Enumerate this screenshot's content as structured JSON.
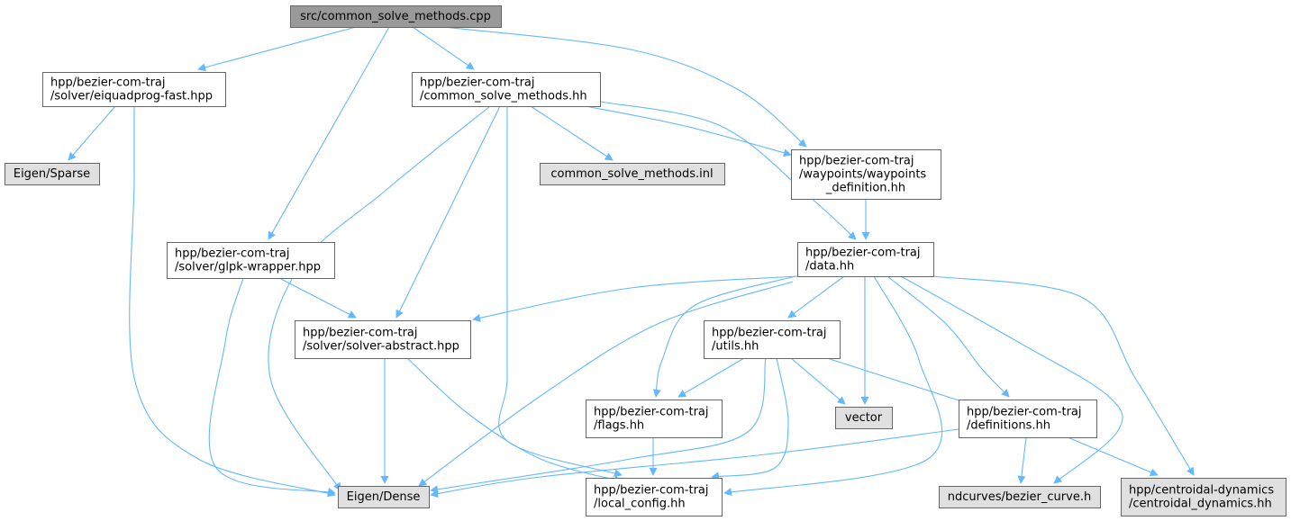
{
  "colors": {
    "edge": "#63b8ff",
    "root_fill": "#999999",
    "project_fill": "#ffffff",
    "external_fill": "#e0e0e0",
    "border": "#666666"
  },
  "nodes": [
    {
      "id": "root",
      "lines": [
        "src/common_solve_methods.cpp"
      ],
      "kind": "root"
    },
    {
      "id": "eiquadprog",
      "lines": [
        "hpp/bezier-com-traj",
        "/solver/eiquadprog-fast.hpp"
      ],
      "kind": "project"
    },
    {
      "id": "csm_hh",
      "lines": [
        "hpp/bezier-com-traj",
        "/common_solve_methods.hh"
      ],
      "kind": "project"
    },
    {
      "id": "eigen_sparse",
      "lines": [
        "Eigen/Sparse"
      ],
      "kind": "external"
    },
    {
      "id": "csm_inl",
      "lines": [
        "common_solve_methods.inl"
      ],
      "kind": "external"
    },
    {
      "id": "waypoints",
      "lines": [
        "hpp/bezier-com-traj",
        "/waypoints/waypoints",
        "_definition.hh"
      ],
      "kind": "project"
    },
    {
      "id": "glpk",
      "lines": [
        "hpp/bezier-com-traj",
        "/solver/glpk-wrapper.hpp"
      ],
      "kind": "project"
    },
    {
      "id": "data_hh",
      "lines": [
        "hpp/bezier-com-traj",
        "/data.hh"
      ],
      "kind": "project"
    },
    {
      "id": "solver_abstract",
      "lines": [
        "hpp/bezier-com-traj",
        "/solver/solver-abstract.hpp"
      ],
      "kind": "project"
    },
    {
      "id": "utils_hh",
      "lines": [
        "hpp/bezier-com-traj",
        "/utils.hh"
      ],
      "kind": "project"
    },
    {
      "id": "flags_hh",
      "lines": [
        "hpp/bezier-com-traj",
        "/flags.hh"
      ],
      "kind": "project"
    },
    {
      "id": "vector",
      "lines": [
        "vector"
      ],
      "kind": "external"
    },
    {
      "id": "definitions_hh",
      "lines": [
        "hpp/bezier-com-traj",
        "/definitions.hh"
      ],
      "kind": "project"
    },
    {
      "id": "eigen_dense",
      "lines": [
        "Eigen/Dense"
      ],
      "kind": "external"
    },
    {
      "id": "local_config",
      "lines": [
        "hpp/bezier-com-traj",
        "/local_config.hh"
      ],
      "kind": "project"
    },
    {
      "id": "bezier_curve",
      "lines": [
        "ndcurves/bezier_curve.h"
      ],
      "kind": "external"
    },
    {
      "id": "centroidal",
      "lines": [
        "hpp/centroidal-dynamics",
        "/centroidal_dynamics.hh"
      ],
      "kind": "external"
    }
  ],
  "edges": [
    [
      "root",
      "eiquadprog"
    ],
    [
      "root",
      "csm_hh"
    ],
    [
      "root",
      "glpk"
    ],
    [
      "root",
      "waypoints"
    ],
    [
      "eiquadprog",
      "eigen_sparse"
    ],
    [
      "eiquadprog",
      "eigen_dense"
    ],
    [
      "csm_hh",
      "csm_inl"
    ],
    [
      "csm_hh",
      "waypoints"
    ],
    [
      "csm_hh",
      "data_hh"
    ],
    [
      "csm_hh",
      "solver_abstract"
    ],
    [
      "csm_hh",
      "eigen_dense"
    ],
    [
      "csm_hh",
      "local_config"
    ],
    [
      "waypoints",
      "data_hh"
    ],
    [
      "glpk",
      "solver_abstract"
    ],
    [
      "glpk",
      "eigen_dense"
    ],
    [
      "data_hh",
      "solver_abstract"
    ],
    [
      "data_hh",
      "utils_hh"
    ],
    [
      "data_hh",
      "flags_hh"
    ],
    [
      "data_hh",
      "vector"
    ],
    [
      "data_hh",
      "definitions_hh"
    ],
    [
      "data_hh",
      "eigen_dense"
    ],
    [
      "data_hh",
      "local_config"
    ],
    [
      "data_hh",
      "bezier_curve"
    ],
    [
      "data_hh",
      "centroidal"
    ],
    [
      "solver_abstract",
      "eigen_dense"
    ],
    [
      "solver_abstract",
      "local_config"
    ],
    [
      "utils_hh",
      "flags_hh"
    ],
    [
      "utils_hh",
      "vector"
    ],
    [
      "utils_hh",
      "definitions_hh"
    ],
    [
      "utils_hh",
      "eigen_dense"
    ],
    [
      "utils_hh",
      "local_config"
    ],
    [
      "flags_hh",
      "local_config"
    ],
    [
      "definitions_hh",
      "eigen_dense"
    ],
    [
      "definitions_hh",
      "bezier_curve"
    ],
    [
      "definitions_hh",
      "centroidal"
    ]
  ]
}
